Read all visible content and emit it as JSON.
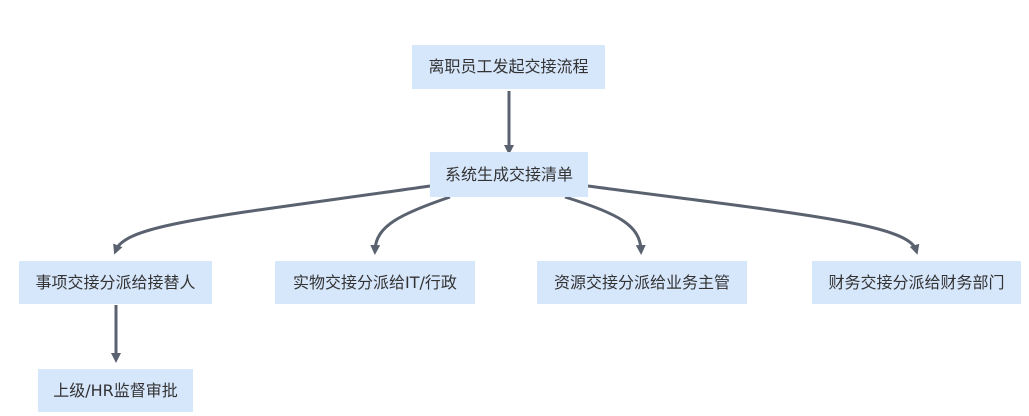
{
  "diagram": {
    "nodes": {
      "start": "离职员工发起交接流程",
      "checklist": "系统生成交接清单",
      "matters": "事项交接分派给接替人",
      "items": "实物交接分派给IT/行政",
      "resources": "资源交接分派给业务主管",
      "finance": "财务交接分派给财务部门",
      "supervise": "上级/HR监督审批"
    },
    "edges": [
      {
        "from": "start",
        "to": "checklist"
      },
      {
        "from": "checklist",
        "to": "matters"
      },
      {
        "from": "checklist",
        "to": "items"
      },
      {
        "from": "checklist",
        "to": "resources"
      },
      {
        "from": "checklist",
        "to": "finance"
      },
      {
        "from": "matters",
        "to": "supervise"
      }
    ],
    "colors": {
      "node_fill": "#d6e6fb",
      "node_text": "#333333",
      "edge": "#5a6270"
    }
  }
}
